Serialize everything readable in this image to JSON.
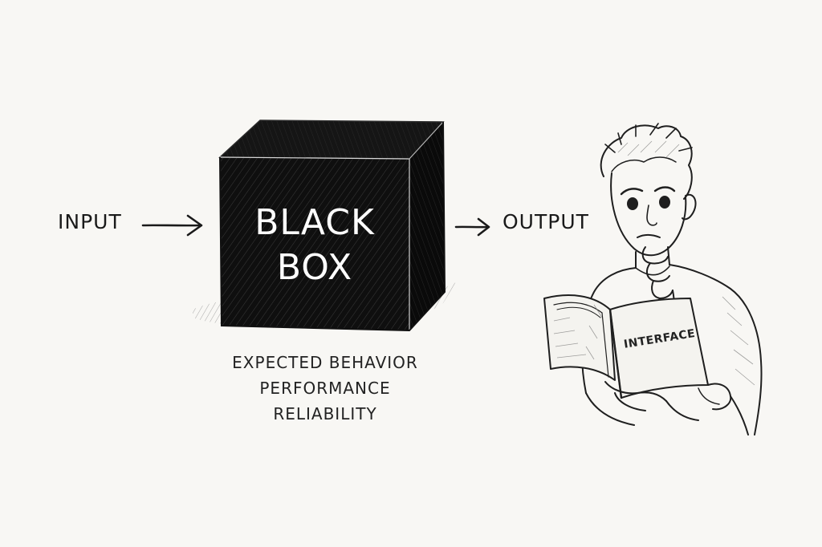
{
  "diagram": {
    "input_label": "INPUT",
    "output_label": "OUTPUT",
    "box_line1": "BLACK",
    "box_line2": "BOX",
    "properties": [
      "EXPECTED BEHAVIOR",
      "PERFORMANCE",
      "RELIABILITY"
    ],
    "book_title": "INTERFACE"
  },
  "colors": {
    "background": "#f8f7f4",
    "box_fill": "#111111",
    "box_text": "#ffffff",
    "ink": "#1c1c1c"
  },
  "icons": {
    "input_arrow": "right-arrow-icon",
    "output_arrow": "right-arrow-icon",
    "box": "cube-icon",
    "person": "person-reading-illustration"
  }
}
